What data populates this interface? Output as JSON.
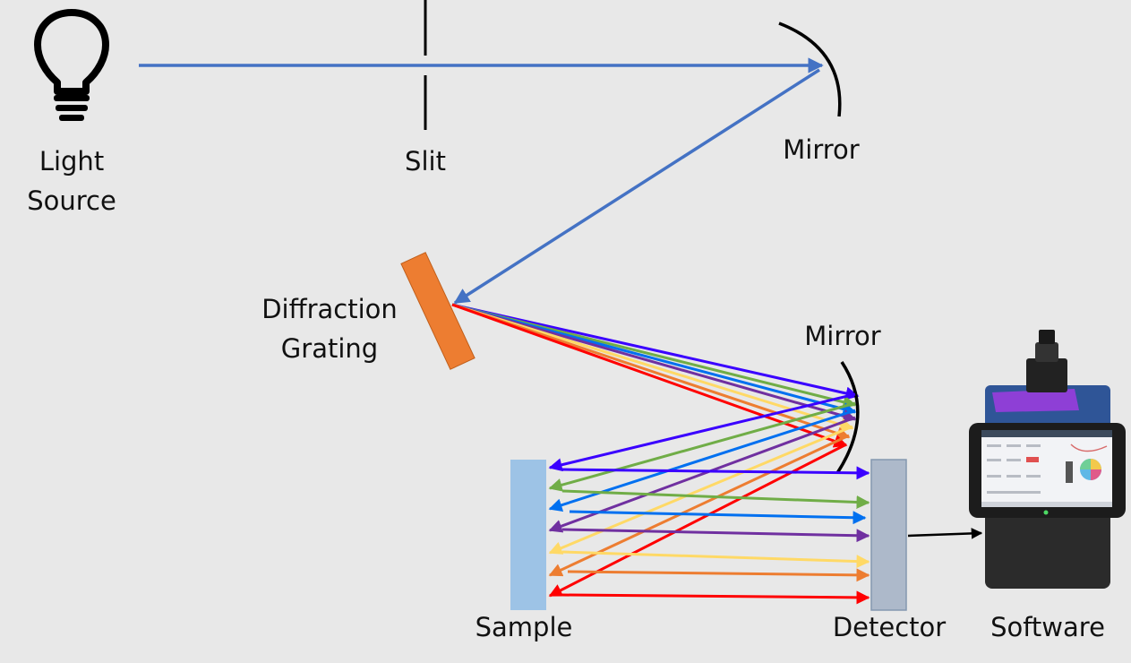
{
  "labels": {
    "light_source_line1": "Light",
    "light_source_line2": "Source",
    "slit": "Slit",
    "mirror_top": "Mirror",
    "diffraction_line1": "Diffraction",
    "diffraction_line2": "Grating",
    "mirror_lower": "Mirror",
    "sample": "Sample",
    "detector": "Detector",
    "software": "Software"
  },
  "colors": {
    "background": "#e8e8e8",
    "incident_beam": "#4472c4",
    "grating": "#ed7d31",
    "sample": "#9dc3e6",
    "detector": "#adb9ca",
    "device_body": "#2b2b2b",
    "device_top": "#2f5597",
    "device_tray": "#8e3fd6"
  },
  "spectrum_colors": [
    "#3a00ff",
    "#70ad47",
    "#0070f0",
    "#7030a0",
    "#ffd966",
    "#ed7d31",
    "#ff0000"
  ],
  "icons": {
    "light_source": "lightbulb-icon",
    "software": "spectrometer-device-icon"
  }
}
